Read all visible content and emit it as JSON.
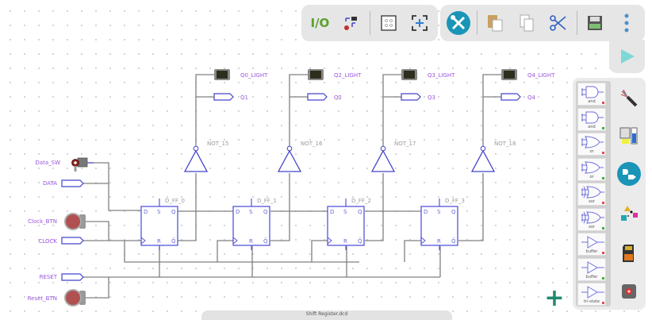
{
  "toolbar_left": {
    "io_label": "I/O",
    "buttons": [
      "io-mode",
      "timing-diagram",
      "grid",
      "fit-to-screen"
    ]
  },
  "toolbar_right": {
    "buttons": [
      "tools",
      "paste",
      "copy",
      "cut",
      "save",
      "more-options"
    ]
  },
  "run_button": "play",
  "circuit": {
    "inputs": [
      {
        "name": "Data_SW",
        "type": "switch"
      },
      {
        "name": "DATA",
        "type": "input-port"
      },
      {
        "name": "Clock_BTN",
        "type": "button"
      },
      {
        "name": "CLOCK",
        "type": "input-port"
      },
      {
        "name": "RESET",
        "type": "input-port"
      },
      {
        "name": "Reset_BTN",
        "type": "button"
      }
    ],
    "flipflops": [
      {
        "name": "D_FF_0",
        "pins": {
          "d": "D",
          "s": "S",
          "q": "Q",
          "r": "R",
          "qn": "Q̄"
        }
      },
      {
        "name": "D_FF_1",
        "pins": {
          "d": "D",
          "s": "S",
          "q": "Q",
          "r": "R",
          "qn": "Q̄"
        }
      },
      {
        "name": "D_FF_2",
        "pins": {
          "d": "D",
          "s": "S",
          "q": "Q",
          "r": "R",
          "qn": "Q̄"
        }
      },
      {
        "name": "D_FF_3",
        "pins": {
          "d": "D",
          "s": "S",
          "q": "Q",
          "r": "R",
          "qn": "Q̄"
        }
      }
    ],
    "not_gates": [
      "NOT_15",
      "NOT_16",
      "NOT_17",
      "NOT_18"
    ],
    "lights": [
      "Q0_LIGHT",
      "Q2_LIGHT",
      "Q3_LIGHT",
      "Q4_LIGHT"
    ],
    "outputs": [
      "Q1",
      "Q2",
      "Q3",
      "Q4"
    ]
  },
  "palette": {
    "items": [
      {
        "label": "and",
        "gate": "and",
        "indicator": "#e05050"
      },
      {
        "label": "and",
        "gate": "and",
        "indicator": "#40b040"
      },
      {
        "label": "or",
        "gate": "or",
        "indicator": "#e05050"
      },
      {
        "label": "or",
        "gate": "or",
        "indicator": "#40b040"
      },
      {
        "label": "xor",
        "gate": "xor",
        "indicator": "#e05050"
      },
      {
        "label": "xor",
        "gate": "xor",
        "indicator": "#40b040"
      },
      {
        "label": "buffer",
        "gate": "buffer",
        "indicator": "#e05050"
      },
      {
        "label": "buffer",
        "gate": "buffer",
        "indicator": "#40b040"
      },
      {
        "label": "tri-state",
        "gate": "buffer",
        "indicator": "#e05050"
      }
    ]
  },
  "categories": [
    "wires",
    "io-devices",
    "logic-gates",
    "plexers",
    "memory",
    "integrated-circuits"
  ],
  "active_category": "logic-gates",
  "add_button": "+",
  "filename": "Shift Register.dcd",
  "colors": {
    "accent": "#1a95b8",
    "wire": "#808080",
    "component": "#5555dd",
    "label": "#9a55e0"
  }
}
